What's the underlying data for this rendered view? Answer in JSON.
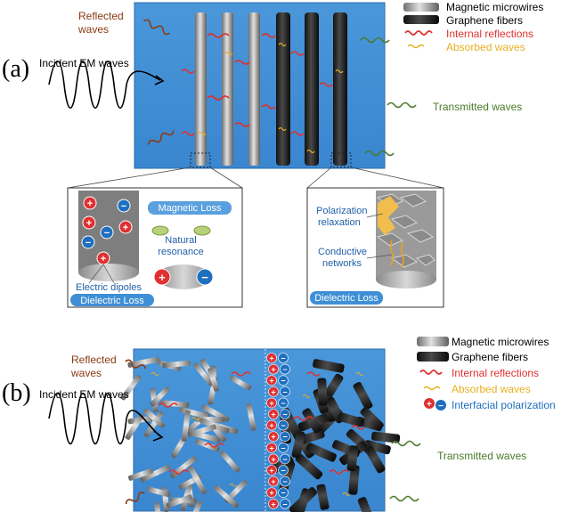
{
  "panel_a": {
    "letter": "(a)",
    "incident_label": "Incident EM waves",
    "reflected_label_1": "Reflected",
    "reflected_label_2": "waves",
    "transmitted_label": "Transmitted waves",
    "legend": {
      "magnetic": "Magnetic microwires",
      "graphene": "Graphene fibers",
      "internal": "Internal reflections",
      "absorbed": "Absorbed waves"
    },
    "inset_left": {
      "magnetic_loss": "Magnetic Loss",
      "natural_1": "Natural",
      "natural_2": "resonance",
      "electric_dipoles": "Electric dipoles",
      "dielectric_loss": "Dielectric Loss"
    },
    "inset_right": {
      "polarization_1": "Polarization",
      "polarization_2": "relaxation",
      "conductive_1": "Conductive",
      "conductive_2": "networks",
      "dielectric_loss": "Dielectric Loss"
    }
  },
  "panel_b": {
    "letter": "(b)",
    "incident_label": "Incident EM waves",
    "reflected_label_1": "Reflected",
    "reflected_label_2": "waves",
    "transmitted_label": "Transmitted waves",
    "legend": {
      "magnetic": "Magnetic microwires",
      "graphene": "Graphene fibers",
      "internal": "Internal reflections",
      "absorbed": "Absorbed waves",
      "interfacial": "Interfacial polarization"
    }
  },
  "symbols": {
    "plus": "+",
    "minus": "−"
  },
  "colors": {
    "matrix_blue": "#3f8fd6",
    "reflected_brown": "#8b3a12",
    "transmitted_green": "#4a7a2a",
    "internal_red": "#e03030",
    "absorbed_yellow": "#e8b020",
    "interfacial_blue": "#1f6fbf"
  }
}
